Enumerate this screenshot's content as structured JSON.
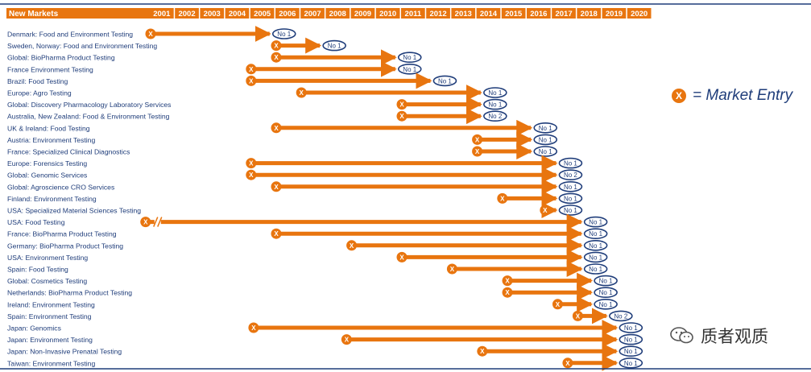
{
  "chart_data": {
    "type": "timeline",
    "header_label": "New Markets",
    "years": [
      "2001",
      "2002",
      "2003",
      "2004",
      "2005",
      "2006",
      "2007",
      "2008",
      "2009",
      "2010",
      "2011",
      "2012",
      "2013",
      "2014",
      "2015",
      "2016",
      "2017",
      "2018",
      "2019",
      "2020"
    ],
    "legend": {
      "symbol": "X",
      "label": "= Market Entry"
    },
    "rows": [
      {
        "label": "Denmark: Food and Environment Testing",
        "start": 2001.0,
        "end": 2005.8,
        "rank": "No 1"
      },
      {
        "label": "Sweden, Norway: Food and Environment Testing",
        "start": 2006.0,
        "end": 2007.8,
        "rank": "No 1"
      },
      {
        "label": "Global: BioPharma Product Testing",
        "start": 2006.0,
        "end": 2010.8,
        "rank": "No 1"
      },
      {
        "label": "France Environment Testing",
        "start": 2005.0,
        "end": 2010.8,
        "rank": "No 1"
      },
      {
        "label": "Brazil: Food Testing",
        "start": 2005.0,
        "end": 2012.2,
        "rank": "No 1"
      },
      {
        "label": "Europe: Agro Testing",
        "start": 2007.0,
        "end": 2014.2,
        "rank": "No 1"
      },
      {
        "label": "Global: Discovery Pharmacology Laboratory Services",
        "start": 2011.0,
        "end": 2014.2,
        "rank": "No 1"
      },
      {
        "label": "Australia, New Zealand: Food & Environment Testing",
        "start": 2011.0,
        "end": 2014.2,
        "rank": "No 2"
      },
      {
        "label": "UK & Ireland: Food Testing",
        "start": 2006.0,
        "end": 2016.2,
        "rank": "No 1"
      },
      {
        "label": "Austria: Environment Testing",
        "start": 2014.0,
        "end": 2016.2,
        "rank": "No 1"
      },
      {
        "label": "France: Specialized Clinical Diagnostics",
        "start": 2014.0,
        "end": 2016.2,
        "rank": "No 1"
      },
      {
        "label": "Europe: Forensics Testing",
        "start": 2005.0,
        "end": 2017.2,
        "rank": "No 1"
      },
      {
        "label": "Global: Genomic Services",
        "start": 2005.0,
        "end": 2017.2,
        "rank": "No 2"
      },
      {
        "label": "Global: Agroscience CRO Services",
        "start": 2006.0,
        "end": 2017.2,
        "rank": "No 1"
      },
      {
        "label": "Finland: Environment Testing",
        "start": 2015.0,
        "end": 2017.2,
        "rank": "No 1"
      },
      {
        "label": "USA: Specialized Material Sciences Testing",
        "start": 2016.7,
        "end": 2017.2,
        "rank": "No 1"
      },
      {
        "label": "USA: Food Testing",
        "start": 2000.8,
        "end": 2018.2,
        "rank": "No 1",
        "axis_break": true
      },
      {
        "label": "France: BioPharma Product Testing",
        "start": 2006.0,
        "end": 2018.2,
        "rank": "No 1"
      },
      {
        "label": "Germany: BioPharma Product Testing",
        "start": 2009.0,
        "end": 2018.2,
        "rank": "No 1"
      },
      {
        "label": "USA: Environment Testing",
        "start": 2011.0,
        "end": 2018.2,
        "rank": "No 1"
      },
      {
        "label": "Spain: Food Testing",
        "start": 2013.0,
        "end": 2018.2,
        "rank": "No 1"
      },
      {
        "label": "Global: Cosmetics Testing",
        "start": 2015.2,
        "end": 2018.6,
        "rank": "No 1"
      },
      {
        "label": "Netherlands: BioPharma Product Testing",
        "start": 2015.2,
        "end": 2018.6,
        "rank": "No 1"
      },
      {
        "label": "Ireland: Environment Testing",
        "start": 2017.2,
        "end": 2018.6,
        "rank": "No 1"
      },
      {
        "label": "Spain: Environment Testing",
        "start": 2018.0,
        "end": 2019.2,
        "rank": "No 2"
      },
      {
        "label": "Japan: Genomics",
        "start": 2005.1,
        "end": 2019.6,
        "rank": "No 1"
      },
      {
        "label": "Japan: Environment Testing",
        "start": 2008.8,
        "end": 2019.6,
        "rank": "No 1"
      },
      {
        "label": "Japan: Non-Invasive Prenatal Testing",
        "start": 2014.2,
        "end": 2019.6,
        "rank": "No 1"
      },
      {
        "label": "Taiwan: Environment Testing",
        "start": 2017.6,
        "end": 2019.6,
        "rank": "No 1"
      }
    ],
    "colors": {
      "orange": "#E8750F",
      "navy": "#1F3D7A",
      "label_text": "#1F3D7A",
      "header_text": "#FFFFFF"
    }
  },
  "watermark": {
    "text": "质者观质",
    "icon": "wechat-icon"
  }
}
